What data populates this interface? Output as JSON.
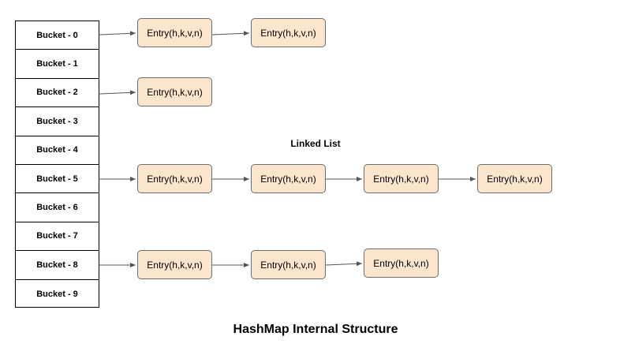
{
  "buckets": [
    "Bucket - 0",
    "Bucket - 1",
    "Bucket - 2",
    "Bucket - 3",
    "Bucket - 4",
    "Bucket - 5",
    "Bucket - 6",
    "Bucket - 7",
    "Bucket - 8",
    "Bucket - 9"
  ],
  "entries": {
    "bucket_0": [
      "Entry(h,k,v,n)",
      "Entry(h,k,v,n)"
    ],
    "bucket_2": [
      "Entry(h,k,v,n)"
    ],
    "bucket_5": [
      "Entry(h,k,v,n)",
      "Entry(h,k,v,n)",
      "Entry(h,k,v,n)",
      "Entry(h,k,v,n)"
    ],
    "bucket_8": [
      "Entry(h,k,v,n)",
      "Entry(h,k,v,n)",
      "Entry(h,k,v,n)"
    ]
  },
  "linked_list_label": "Linked List",
  "caption": "HashMap Internal Structure",
  "colors": {
    "entry_fill": "#fce5cd",
    "entry_border": "#6b6b6b",
    "arrow": "#555555"
  }
}
